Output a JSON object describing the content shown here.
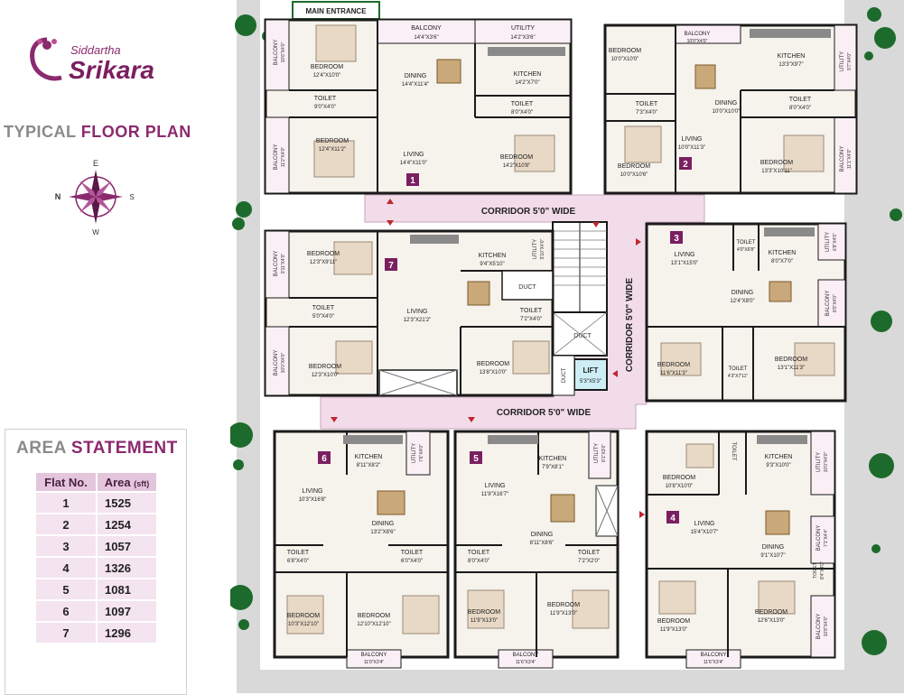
{
  "brand": {
    "small": "Siddartha",
    "big": "Srikara"
  },
  "plan_title": {
    "part1": "TYPICAL",
    "part2": "FLOOR PLAN"
  },
  "compass": {
    "n": "N",
    "e": "E",
    "s": "S",
    "w": "W"
  },
  "area_statement": {
    "title_part1": "AREA",
    "title_part2": "STATEMENT",
    "col_flat": "Flat No.",
    "col_area": "Area",
    "col_area_unit": "(sft)",
    "rows": [
      {
        "flat": "1",
        "area": "1525"
      },
      {
        "flat": "2",
        "area": "1254"
      },
      {
        "flat": "3",
        "area": "1057"
      },
      {
        "flat": "4",
        "area": "1326"
      },
      {
        "flat": "5",
        "area": "1081"
      },
      {
        "flat": "6",
        "area": "1097"
      },
      {
        "flat": "7",
        "area": "1296"
      }
    ]
  },
  "labels": {
    "main_entrance": "MAIN ENTRANCE",
    "corridor_top": "CORRIDOR 5'0\" WIDE",
    "corridor_mid": "CORRIDOR 5'0\" WIDE",
    "corridor_vert": "CORRIDOR 5'0\" WIDE",
    "lift": "LIFT",
    "lift_size": "5'3\"X5'3\"",
    "duct1": "DUCT",
    "duct2": "DUCT",
    "duct3": "DUCT"
  },
  "flats": {
    "f1": {
      "number": "1",
      "rooms": [
        {
          "name": "BALCONY",
          "size": "10'6\"X4'0\""
        },
        {
          "name": "BEDROOM",
          "size": "12'4\"X10'0\""
        },
        {
          "name": "BALCONY",
          "size": "14'4\"X3'6\""
        },
        {
          "name": "UTILITY",
          "size": "14'2\"X3'6\""
        },
        {
          "name": "DINING",
          "size": "14'4\"X11'4\""
        },
        {
          "name": "KITCHEN",
          "size": "14'2\"X7'0\""
        },
        {
          "name": "TOILET",
          "size": "9'0\"X4'0\""
        },
        {
          "name": "TOILET",
          "size": "8'0\"X4'0\""
        },
        {
          "name": "BALCONY",
          "size": "11'2\"X4'0\""
        },
        {
          "name": "BEDROOM",
          "size": "12'4\"X11'2\""
        },
        {
          "name": "LIVING",
          "size": "14'4\"X11'0\""
        },
        {
          "name": "BEDROOM",
          "size": "14'2\"X10'8\""
        }
      ]
    },
    "f2": {
      "number": "2",
      "rooms": [
        {
          "name": "BALCONY",
          "size": "10'0\"X4'0\""
        },
        {
          "name": "BEDROOM",
          "size": "10'0\"X10'0\""
        },
        {
          "name": "KITCHEN",
          "size": "13'3\"X9'7\""
        },
        {
          "name": "UTILITY",
          "size": "9'7\"X4'0\""
        },
        {
          "name": "DINING",
          "size": "10'0\"X10'0\""
        },
        {
          "name": "TOILET",
          "size": "7'3\"X4'0\""
        },
        {
          "name": "TOILET",
          "size": "8'0\"X4'0\""
        },
        {
          "name": "LIVING",
          "size": "10'0\"X11'3\""
        },
        {
          "name": "BEDROOM",
          "size": "10'0\"X10'6\""
        },
        {
          "name": "BEDROOM",
          "size": "13'3\"X10'11\""
        },
        {
          "name": "BALCONY",
          "size": "11'1\"X4'0\""
        }
      ]
    },
    "f3": {
      "number": "3",
      "rooms": [
        {
          "name": "LIVING",
          "size": "13'1\"X15'0\""
        },
        {
          "name": "TOILET",
          "size": "4'0\"X6'8\""
        },
        {
          "name": "KITCHEN",
          "size": "8'0\"X7'0\""
        },
        {
          "name": "UTILITY",
          "size": "6'8\"X4'0\""
        },
        {
          "name": "DINING",
          "size": "12'4\"X8'0\""
        },
        {
          "name": "BALCONY",
          "size": "8'0\"X4'0\""
        },
        {
          "name": "BEDROOM",
          "size": "11'6\"X11'3\""
        },
        {
          "name": "TOILET",
          "size": "4'3\"X7'11\""
        },
        {
          "name": "BEDROOM",
          "size": "13'1\"X11'3\""
        }
      ]
    },
    "f4": {
      "number": "4",
      "rooms": [
        {
          "name": "BEDROOM",
          "size": "10'8\"X10'0\""
        },
        {
          "name": "TOILET",
          "size": ""
        },
        {
          "name": "KITCHEN",
          "size": "9'3\"X10'0\""
        },
        {
          "name": "UTILITY",
          "size": "10'0\"X4'0\""
        },
        {
          "name": "LIVING",
          "size": "15'4\"X10'7\""
        },
        {
          "name": "DINING",
          "size": "9'1\"X10'7\""
        },
        {
          "name": "BALCONY",
          "size": "7'1\"X4'4\""
        },
        {
          "name": "TOILET",
          "size": "8'4\"X4'0\""
        },
        {
          "name": "BEDROOM",
          "size": "11'9\"X13'0\""
        },
        {
          "name": "BEDROOM",
          "size": "12'6\"X13'0\""
        },
        {
          "name": "BALCONY",
          "size": "10'8\"X4'0\""
        },
        {
          "name": "BALCONY",
          "size": "11'6\"X3'4\""
        }
      ]
    },
    "f5": {
      "number": "5",
      "rooms": [
        {
          "name": "KITCHEN",
          "size": "7'9\"X8'1\""
        },
        {
          "name": "UTILITY",
          "size": "8'1\"X3'6\""
        },
        {
          "name": "LIVING",
          "size": "11'9\"X16'7\""
        },
        {
          "name": "DINING",
          "size": "8'11\"X8'6\""
        },
        {
          "name": "TOILET",
          "size": "8'0\"X4'0\""
        },
        {
          "name": "TOILET",
          "size": "7'2\"X2'0\""
        },
        {
          "name": "BEDROOM",
          "size": "11'9\"X13'0\""
        },
        {
          "name": "BEDROOM",
          "size": "11'9\"X13'0\""
        },
        {
          "name": "BALCONY",
          "size": "11'6\"X3'4\""
        }
      ]
    },
    "f6": {
      "number": "6",
      "rooms": [
        {
          "name": "KITCHEN",
          "size": "8'11\"X8'2\""
        },
        {
          "name": "UTILITY",
          "size": "7'6\"X4'0\""
        },
        {
          "name": "LIVING",
          "size": "10'3\"X16'8\""
        },
        {
          "name": "DINING",
          "size": "13'2\"X8'6\""
        },
        {
          "name": "TOILET",
          "size": "6'8\"X4'0\""
        },
        {
          "name": "TOILET",
          "size": "6'0\"X4'0\""
        },
        {
          "name": "BEDROOM",
          "size": "10'3\"X12'10\""
        },
        {
          "name": "BEDROOM",
          "size": "12'10\"X12'10\""
        },
        {
          "name": "BALCONY",
          "size": "11'0\"X3'4\""
        }
      ]
    },
    "f7": {
      "number": "7",
      "rooms": [
        {
          "name": "BALCONY",
          "size": "9'11\"X4'0\""
        },
        {
          "name": "BEDROOM",
          "size": "12'3\"X9'11\""
        },
        {
          "name": "KITCHEN",
          "size": "9'4\"X5'10\""
        },
        {
          "name": "UTILITY",
          "size": "5'10\"X4'0\""
        },
        {
          "name": "TOILET",
          "size": "5'0\"X4'0\""
        },
        {
          "name": "LIVING",
          "size": "12'3\"X21'2\""
        },
        {
          "name": "TOILET",
          "size": "7'2\"X4'0\""
        },
        {
          "name": "BALCONY",
          "size": "10'0\"X4'0\""
        },
        {
          "name": "BEDROOM",
          "size": "12'3\"X10'0\""
        },
        {
          "name": "BEDROOM",
          "size": "13'8\"X10'0\""
        }
      ]
    }
  },
  "colors": {
    "brand": "#8b2a6e",
    "corridor": "#f3dcea",
    "wall": "#1a1a1a",
    "floor": "#f6f2ec",
    "walkway": "#d9d9d9",
    "tree": "#1d6b2c"
  }
}
